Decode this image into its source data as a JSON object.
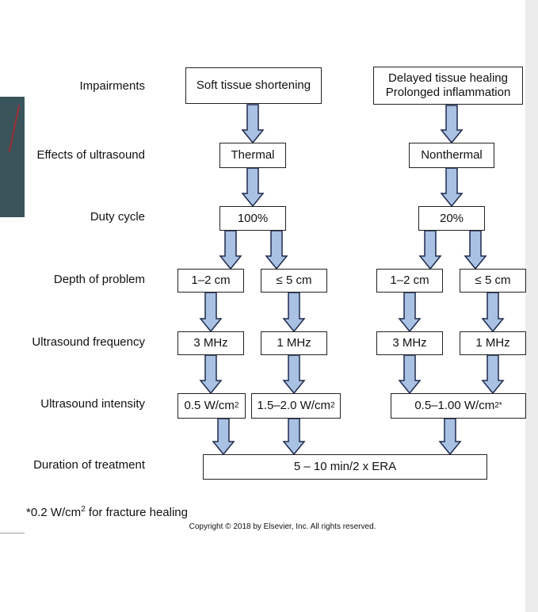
{
  "row_labels": {
    "impairments": "Impairments",
    "effects": "Effects of ultrasound",
    "duty": "Duty cycle",
    "depth": "Depth of problem",
    "frequency": "Ultrasound frequency",
    "intensity": "Ultrasound intensity",
    "duration": "Duration of treatment"
  },
  "boxes": {
    "impair_left": "Soft tissue shortening",
    "impair_right_1": "Delayed tissue healing",
    "impair_right_2": "Prolonged inflammation",
    "effect_left": "Thermal",
    "effect_right": "Nonthermal",
    "duty_left": "100%",
    "duty_right": "20%",
    "depth_1": "1–2 cm",
    "depth_2": "≤ 5 cm",
    "depth_3": "1–2 cm",
    "depth_4": "≤ 5 cm",
    "freq_1": "3 MHz",
    "freq_2": "1 MHz",
    "freq_3": "3 MHz",
    "freq_4": "1 MHz",
    "int_1": "0.5 W/cm",
    "int_1_sup": "2",
    "int_2": "1.5–2.0 W/cm",
    "int_2_sup": "2",
    "int_3": "0.5–1.00 W/cm",
    "int_3_sup": "2*",
    "duration": "5 – 10 min/2 x ERA"
  },
  "footnote": {
    "prefix": "*0.2 W/cm",
    "sup": "2",
    "suffix": " for fracture healing"
  },
  "copyright": "Copyright © 2018 by Elsevier, Inc. All rights reserved.",
  "colors": {
    "arrow_fill": "#a9c1e3",
    "arrow_stroke": "#1f2b4d",
    "box_border": "#222222"
  }
}
